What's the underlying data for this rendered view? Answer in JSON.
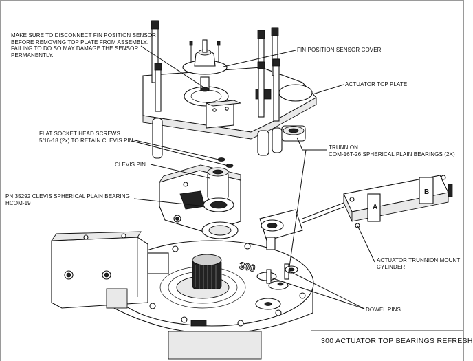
{
  "drawing_title": "300 ACTUATOR TOP BEARINGS REFRESH",
  "callouts": {
    "sensor_warning": [
      "MAKE SURE TO DISCONNECT FIN POSITION SENSOR",
      "BEFORE REMOVING TOP PLATE FROM ASSEMBLY.",
      "FAILING TO DO SO MAY DAMAGE THE SENSOR",
      "PERMANENTLY."
    ],
    "sensor_cover": [
      "FIN POSITION SENSOR COVER"
    ],
    "top_plate": [
      "ACTUATOR TOP PLATE"
    ],
    "screws": [
      "FLAT SOCKET HEAD SCREWS",
      "5/16-18 (2x) TO RETAIN CLEVIS PIN"
    ],
    "trunnion": [
      "TRUNNION",
      "COM-16T-26 SPHERICAL PLAIN BEARINGS (2X)"
    ],
    "clevis_pin": [
      "CLEVIS PIN"
    ],
    "clevis_bearing": [
      "PN 35292 CLEVIS SPHERICAL PLAIN BEARING",
      "HCOM-19"
    ],
    "cylinder": [
      "ACTUATOR TRUNNION MOUNT",
      "CYLINDER"
    ],
    "dowel_pins": [
      "DOWEL PINS"
    ]
  },
  "part_markings": {
    "cylinder_end_a": "A",
    "cylinder_end_b": "B",
    "base_engraving": "300"
  }
}
